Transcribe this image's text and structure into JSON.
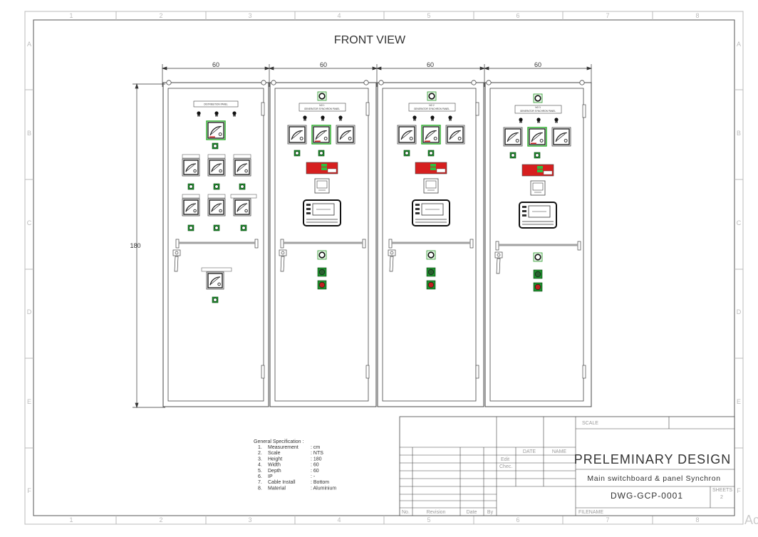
{
  "drawing": {
    "title": "FRONT VIEW",
    "column_labels": [
      "1",
      "2",
      "3",
      "4",
      "5",
      "6",
      "7",
      "8"
    ],
    "row_labels": [
      "A",
      "B",
      "C",
      "D",
      "E",
      "F"
    ],
    "width_dims": [
      "60",
      "60",
      "60",
      "60"
    ],
    "height_dim": "180",
    "panel_labels": {
      "distribution": "DISTRIBUTION PANEL",
      "generator_1": "NO 1",
      "generator_2": "NO 2",
      "generator_3": "NO 3",
      "generator_sub": "GENERATOR SYNCHRON PANEL"
    }
  },
  "spec": {
    "heading": "General Specification :",
    "items": [
      {
        "num": "1.",
        "label": "Measurement",
        "value": ": cm"
      },
      {
        "num": "2.",
        "label": "Scale",
        "value": ": NTS"
      },
      {
        "num": "3.",
        "label": "Height",
        "value": ": 180"
      },
      {
        "num": "4.",
        "label": "Width",
        "value": ": 60"
      },
      {
        "num": "5.",
        "label": "Depth",
        "value": ": 60"
      },
      {
        "num": "6.",
        "label": "IP",
        "value": ": -"
      },
      {
        "num": "7.",
        "label": "Cable Install",
        "value": ": Bottom"
      },
      {
        "num": "8.",
        "label": "Material",
        "value": ": Aluminium"
      }
    ]
  },
  "title_block": {
    "scale_label": "SCALE",
    "date_label": "DATE",
    "name_label": "NAME",
    "edit_label": "Edit",
    "check_label": "Chec.",
    "no_label": "No.",
    "revision_label": "Revision",
    "date_col": "Date",
    "by_col": "By",
    "project_title": "PRELEMINARY DESIGN",
    "subtitle": "Main switchboard & panel Synchron",
    "drawing_number": "DWG-GCP-0001",
    "sheets_label": "SHEETS",
    "sheets_value": "2",
    "filename_label": "FILENAME"
  },
  "watermark": "Ac"
}
